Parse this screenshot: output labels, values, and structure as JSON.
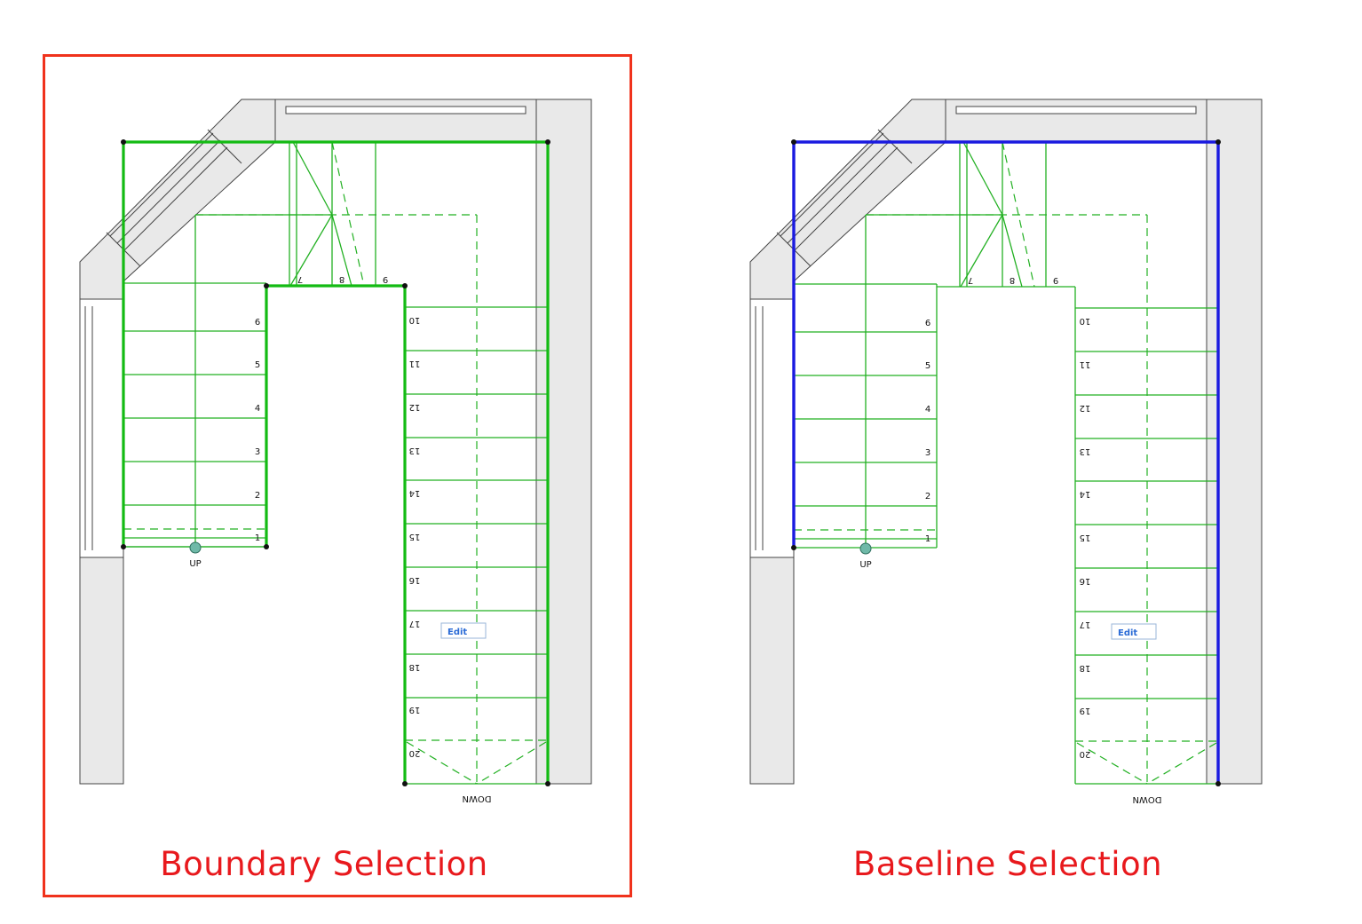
{
  "colors": {
    "frame": "#f0321c",
    "caption": "#e8191d",
    "stair_lines": "#22b022",
    "boundary_highlight": "#13bb13",
    "baseline_highlight": "#1a1ae0",
    "edit_text": "#2a6bd6"
  },
  "panels": [
    {
      "caption": "Boundary Selection",
      "selected": true,
      "up_label": "UP",
      "down_label": "DOWN",
      "edit_label": "Edit",
      "steps_left": [
        "1",
        "2",
        "3",
        "4",
        "5",
        "6"
      ],
      "steps_winder": [
        "7",
        "8",
        "9"
      ],
      "steps_right": [
        "10",
        "11",
        "12",
        "13",
        "14",
        "15",
        "16",
        "17",
        "18",
        "19",
        "20"
      ]
    },
    {
      "caption": "Baseline Selection",
      "selected": false,
      "up_label": "UP",
      "down_label": "DOWN",
      "edit_label": "Edit",
      "steps_left": [
        "1",
        "2",
        "3",
        "4",
        "5",
        "6"
      ],
      "steps_winder": [
        "7",
        "8",
        "9"
      ],
      "steps_right": [
        "10",
        "11",
        "12",
        "13",
        "14",
        "15",
        "16",
        "17",
        "18",
        "19",
        "20"
      ]
    }
  ]
}
